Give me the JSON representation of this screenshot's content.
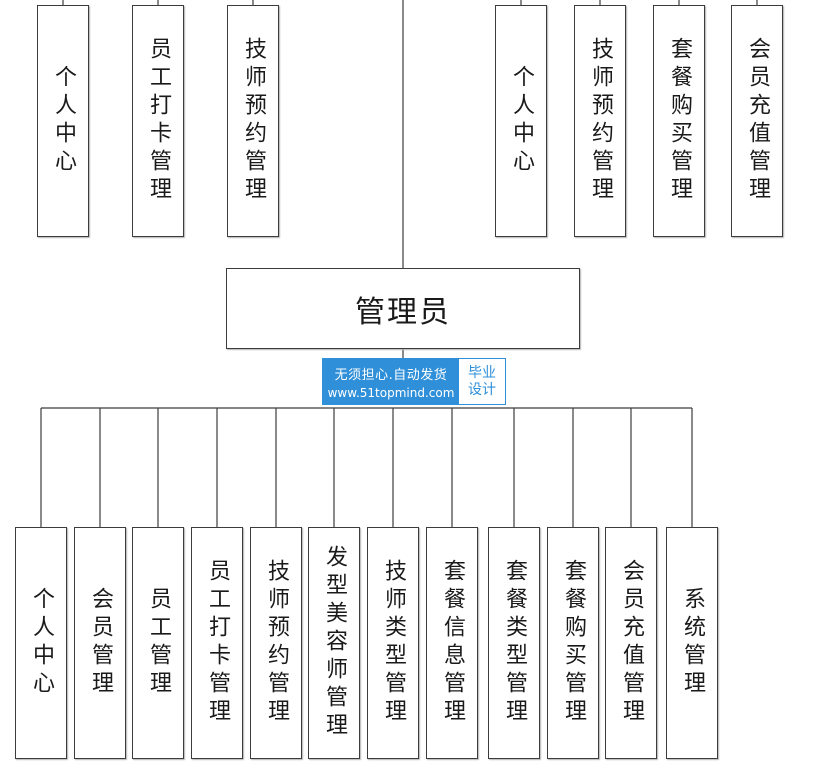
{
  "center_node": {
    "label": "管理员"
  },
  "top_left_nodes": [
    {
      "label": "个人中心"
    },
    {
      "label": "员工打卡管理"
    },
    {
      "label": "技师预约管理"
    }
  ],
  "top_right_nodes": [
    {
      "label": "个人中心"
    },
    {
      "label": "技师预约管理"
    },
    {
      "label": "套餐购买管理"
    },
    {
      "label": "会员充值管理"
    }
  ],
  "bottom_nodes": [
    {
      "label": "个人中心"
    },
    {
      "label": "会员管理"
    },
    {
      "label": "员工管理"
    },
    {
      "label": "员工打卡管理"
    },
    {
      "label": "技师预约管理"
    },
    {
      "label": "发型美容师管理"
    },
    {
      "label": "技师类型管理"
    },
    {
      "label": "套餐信息管理"
    },
    {
      "label": "套餐类型管理"
    },
    {
      "label": "套餐购买管理"
    },
    {
      "label": "会员充值管理"
    },
    {
      "label": "系统管理"
    }
  ],
  "watermark": {
    "slogan": "无须担心.自动发货",
    "url": "www.51topmind.com",
    "tag_line1": "毕业",
    "tag_line2": "设计"
  }
}
